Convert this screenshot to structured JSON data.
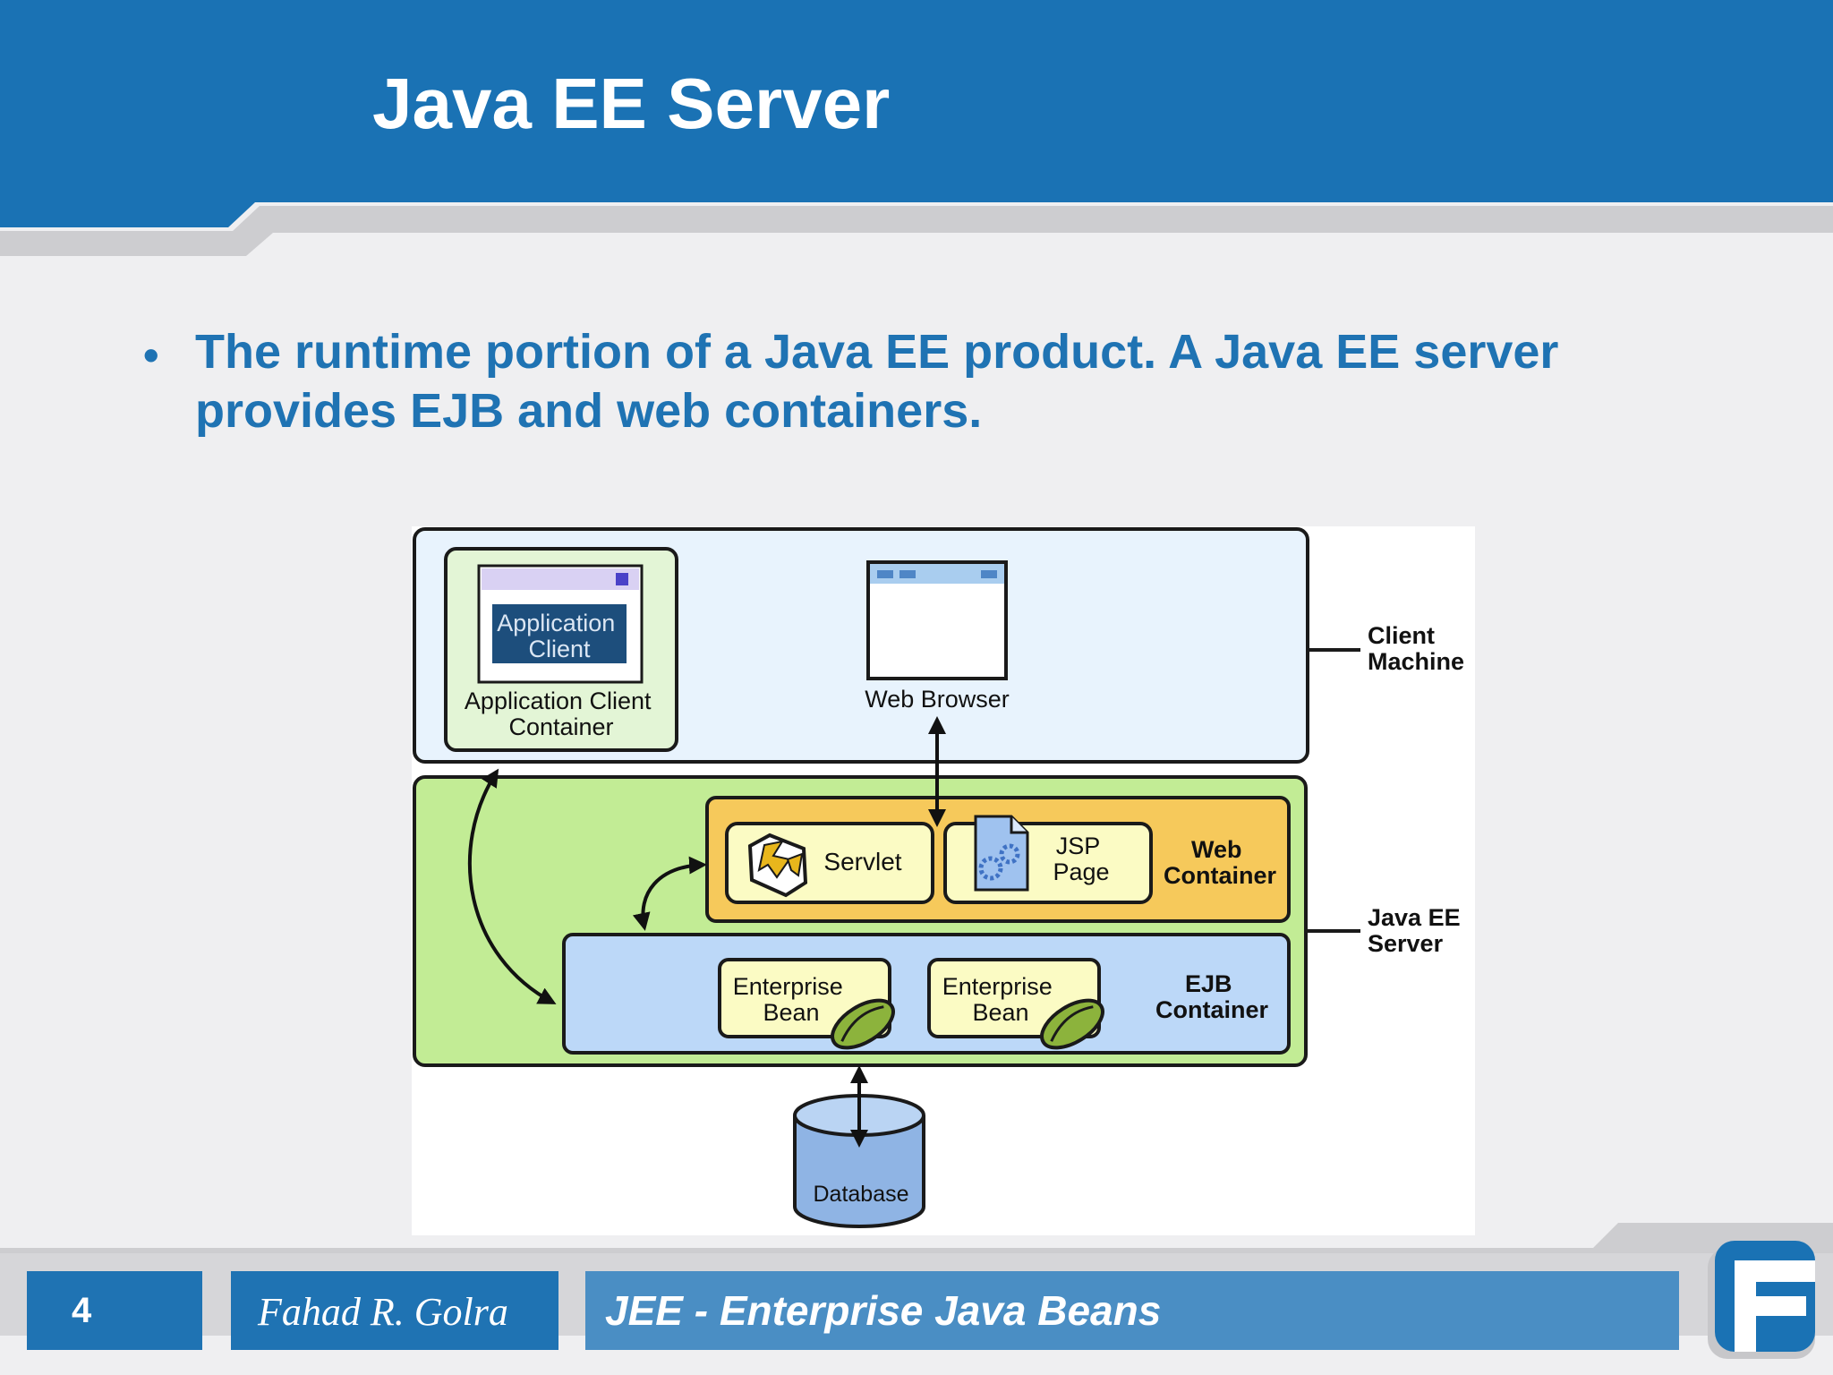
{
  "slide": {
    "title": "Java EE Server",
    "bullet": "The runtime portion of a Java EE product. A Java EE server provides EJB and web containers."
  },
  "diagram": {
    "client_machine_label": [
      "Client",
      "Machine"
    ],
    "javaee_server_label": [
      "Java EE",
      "Server"
    ],
    "application_client": [
      "Application",
      "Client"
    ],
    "application_client_container": [
      "Application Client",
      "Container"
    ],
    "web_browser": "Web Browser",
    "servlet": "Servlet",
    "jsp_page": [
      "JSP",
      "Page"
    ],
    "web_container": [
      "Web",
      "Container"
    ],
    "enterprise_bean": [
      "Enterprise",
      "Bean"
    ],
    "ejb_container": [
      "EJB",
      "Container"
    ],
    "database": "Database"
  },
  "footer": {
    "page_number": "4",
    "author": "Fahad R. Golra",
    "course": "JEE - Enterprise Java Beans"
  },
  "colors": {
    "header_blue": "#1a72b4",
    "title_text": "#1f73b3",
    "client_bg": "#e8f3fd",
    "server_bg": "#c2ec95",
    "web_container_bg": "#f6c95b",
    "ejb_container_bg": "#bcd8f8",
    "component_bg": "#fbfbc4"
  }
}
